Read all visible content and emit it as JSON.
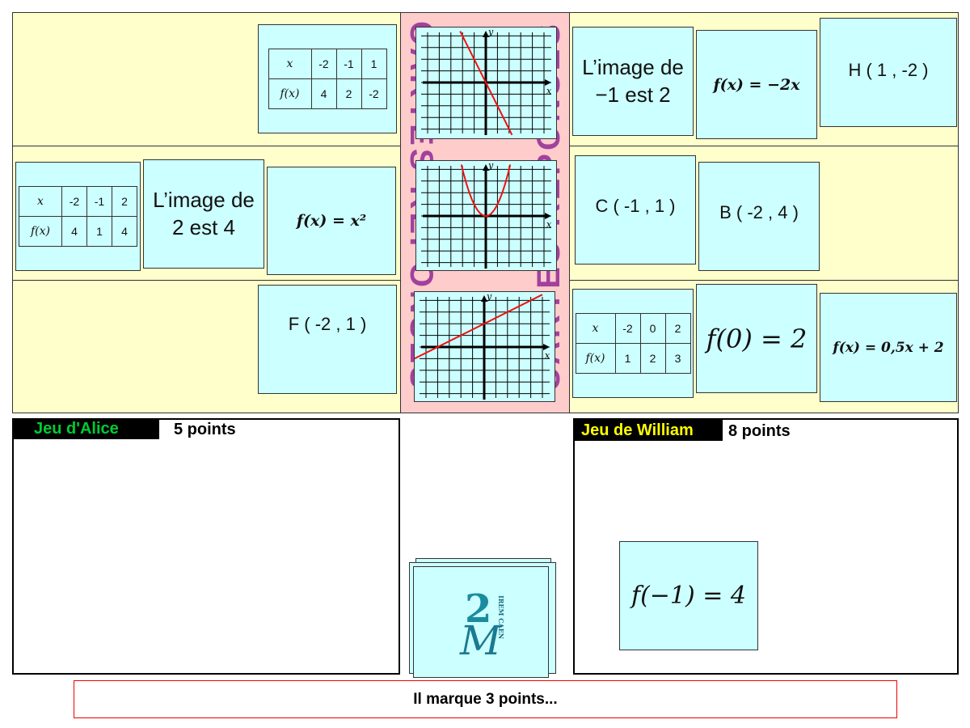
{
  "board_title": "CARTES REPONSES",
  "left_cards": {
    "table1": {
      "header": [
        "x",
        "-2",
        "-1",
        "1"
      ],
      "row": [
        "f(x)",
        "4",
        "2",
        "-2"
      ]
    },
    "table2": {
      "header": [
        "x",
        "-2",
        "-1",
        "2"
      ],
      "row": [
        "f(x)",
        "4",
        "1",
        "4"
      ]
    },
    "image2": "L’image de 2 est 4",
    "fx_square": "f(x) = x²",
    "pointF": "F ( -2 , 1 )"
  },
  "graphs": [
    {
      "type": "line",
      "slope": -2,
      "intercept": 0,
      "xlabel": "x",
      "ylabel": "y"
    },
    {
      "type": "parabola",
      "a": 1,
      "xlabel": "x",
      "ylabel": "y"
    },
    {
      "type": "line",
      "slope": 0.5,
      "intercept": 2,
      "xlabel": "x",
      "ylabel": "y"
    }
  ],
  "right_cards": {
    "image_m1": "L’image de −1 est 2",
    "fx_m2x": "f(x) = −2x",
    "pointH": "H ( 1 , -2 )",
    "pointC": "C ( -1 , 1 )",
    "pointB": "B ( -2 , 4 )",
    "table3": {
      "header": [
        "x",
        "-2",
        "0",
        "2"
      ],
      "row": [
        "f(x)",
        "1",
        "2",
        "3"
      ]
    },
    "f0": "f(0) = 2",
    "fx_lin": "f(x) = 0,5x + 2"
  },
  "players": [
    {
      "label": "Jeu d'Alice",
      "score": "5 points",
      "color": "#00cc33"
    },
    {
      "label": "Jeu de William",
      "score": "8 points",
      "color": "#ffff00",
      "card": "f(−1) = 4"
    }
  ],
  "deck": {
    "logo": "IREM CAEN"
  },
  "message": "Il marque 3 points..."
}
